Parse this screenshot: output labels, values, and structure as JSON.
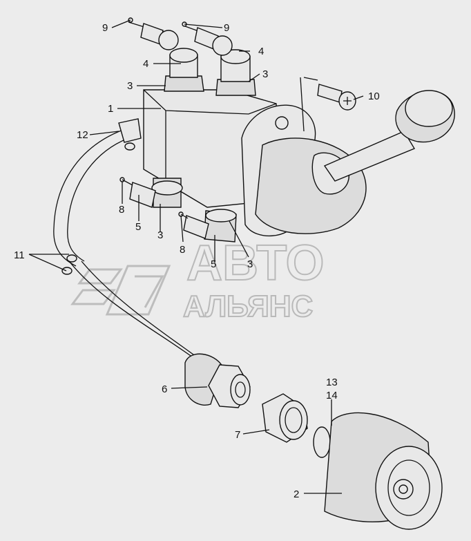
{
  "watermark": {
    "line1": "АВТО",
    "line2": "АЛЬЯНС"
  },
  "callouts": [
    {
      "id": "c-9a",
      "label": "9"
    },
    {
      "id": "c-9b",
      "label": "9"
    },
    {
      "id": "c-4a",
      "label": "4"
    },
    {
      "id": "c-4b",
      "label": "4"
    },
    {
      "id": "c-3a",
      "label": "3"
    },
    {
      "id": "c-3b",
      "label": "3"
    },
    {
      "id": "c-1",
      "label": "1"
    },
    {
      "id": "c-10",
      "label": "10"
    },
    {
      "id": "c-12",
      "label": "12"
    },
    {
      "id": "c-8a",
      "label": "8"
    },
    {
      "id": "c-5a",
      "label": "5"
    },
    {
      "id": "c-3c",
      "label": "3"
    },
    {
      "id": "c-8b",
      "label": "8"
    },
    {
      "id": "c-11",
      "label": "11"
    },
    {
      "id": "c-5b",
      "label": "5"
    },
    {
      "id": "c-3d",
      "label": "3"
    },
    {
      "id": "c-6",
      "label": "6"
    },
    {
      "id": "c-13",
      "label": "13"
    },
    {
      "id": "c-14",
      "label": "14"
    },
    {
      "id": "c-7",
      "label": "7"
    },
    {
      "id": "c-2",
      "label": "2"
    }
  ]
}
